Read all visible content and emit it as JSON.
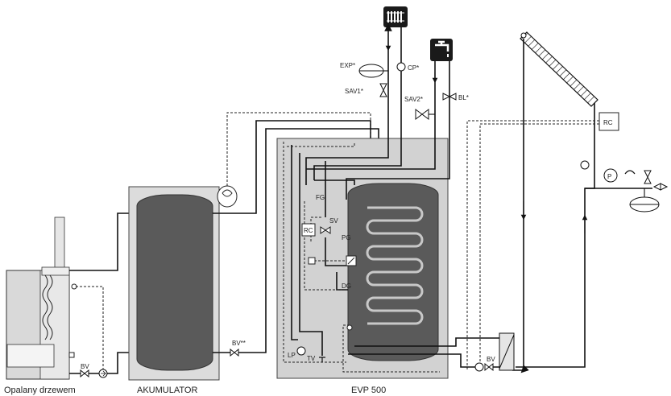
{
  "captions": {
    "boiler": "Opalany drzewem",
    "accumulator": "AKUMULATOR",
    "evp": "EVP 500"
  },
  "labels": {
    "exp": "EXP*",
    "cp": "CP*",
    "sav1": "SAV1*",
    "sav2": "SAV2*",
    "bl": "BL*",
    "fg": "FG",
    "sv": "SV",
    "pg": "PG",
    "dg": "DG",
    "rc_inner": "RC",
    "lp": "LP",
    "tv": "TV",
    "bv_boiler": "BV",
    "bv_acc": "BV**",
    "bv_solar": "BV",
    "rc_solar": "RC",
    "p": "P"
  },
  "icons": [
    "radiator-icon",
    "faucet-icon",
    "pump-icon",
    "valve-icon",
    "expansion-vessel-icon",
    "heat-exchanger-icon",
    "solar-collector-icon",
    "pressure-gauge-icon"
  ],
  "colors": {
    "tank_fill": "#5a5a5a",
    "evp_housing": "#d2d2d2",
    "acc_housing": "#dcdcdc",
    "line": "#111111"
  }
}
